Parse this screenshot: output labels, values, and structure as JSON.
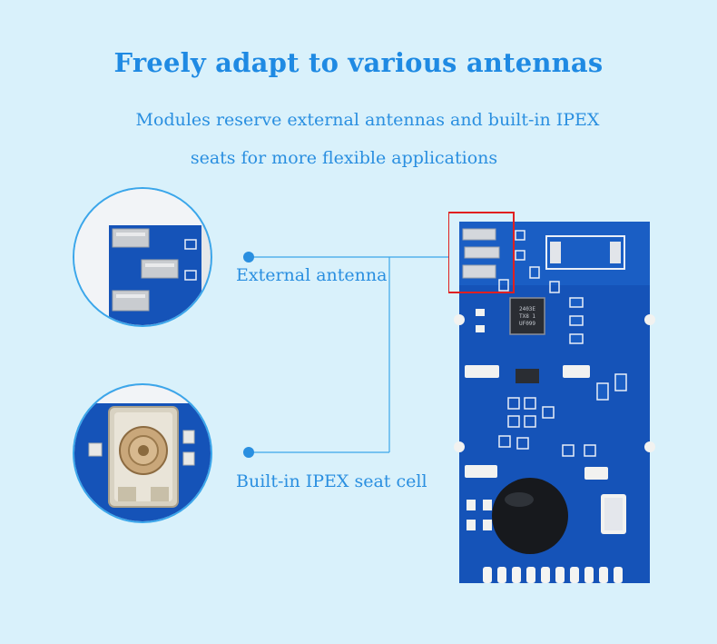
{
  "title": "Freely adapt to various antennas",
  "subtitle_line1": "Modules reserve external antennas and built-in IPEX",
  "subtitle_line2": "seats for more flexible applications",
  "features": [
    {
      "label": "External antenna"
    },
    {
      "label": "Built-in IPEX seat cell"
    }
  ],
  "chip_marking": "2403E TX8 1 UF099",
  "colors": {
    "background": "#d9f1fb",
    "accent": "#2a8fe0",
    "pcb": "#1553b8",
    "highlight_box": "#e02020"
  }
}
